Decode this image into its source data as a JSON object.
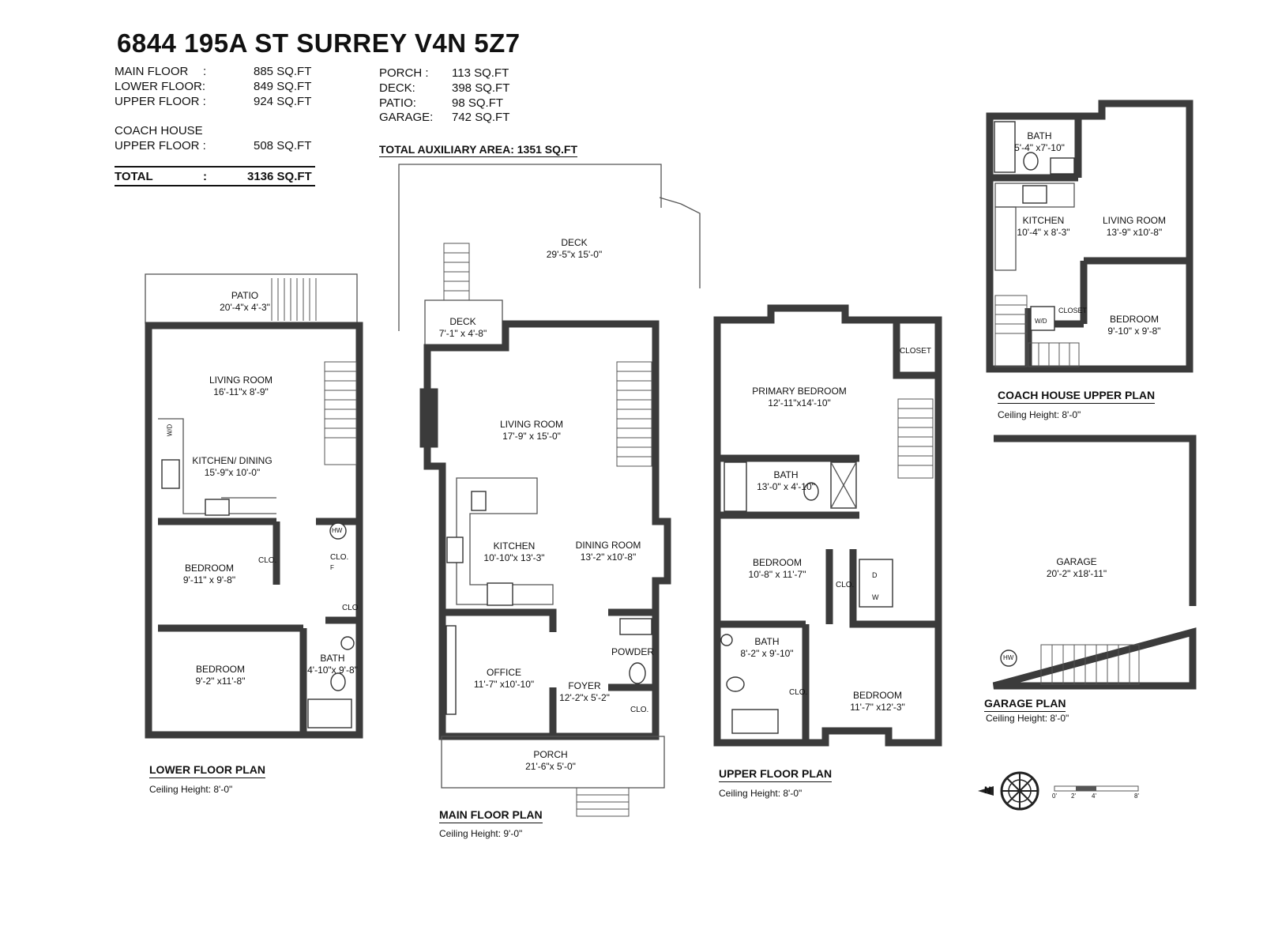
{
  "title": "6844 195A ST SURREY V4N 5Z7",
  "areas_left": [
    {
      "label": "MAIN FLOOR",
      "sep": ":",
      "value": "885 SQ.FT"
    },
    {
      "label": "LOWER FLOOR:",
      "sep": "",
      "value": "849 SQ.FT"
    },
    {
      "label": "UPPER FLOOR :",
      "sep": "",
      "value": "924 SQ.FT"
    }
  ],
  "coach_house": {
    "heading": "COACH HOUSE",
    "label": "UPPER FLOOR :",
    "value": "508 SQ.FT"
  },
  "total": {
    "label": "TOTAL",
    "sep": ":",
    "value": "3136 SQ.FT"
  },
  "areas_right": [
    {
      "label": "PORCH :",
      "value": "113 SQ.FT"
    },
    {
      "label": "DECK:",
      "value": "398 SQ.FT"
    },
    {
      "label": "PATIO:",
      "value": "98  SQ.FT"
    },
    {
      "label": "GARAGE:",
      "value": "742 SQ.FT"
    }
  ],
  "total_aux": "TOTAL AUXILIARY AREA: 1351 SQ.FT",
  "lower_floor": {
    "title": "LOWER FLOOR PLAN",
    "ceiling": "Ceiling Height: 8'-0\"",
    "rooms": [
      {
        "name": "PATIO",
        "dims": "20'-4\"x  4'-3\""
      },
      {
        "name": "LIVING ROOM",
        "dims": "16'-11\"x  8'-9\""
      },
      {
        "name": "KITCHEN/ DINING",
        "dims": "15'-9\"x 10'-0\""
      },
      {
        "name": "BEDROOM",
        "dims": "9'-11\" x 9'-8\""
      },
      {
        "name": "BEDROOM",
        "dims": "9'-2\"  x11'-8\""
      },
      {
        "name": "BATH",
        "dims": "4'-10\"x 9'-8\""
      }
    ],
    "labels": [
      "CLO.",
      "CLO.",
      "CLO",
      "W/D",
      "HW",
      "F"
    ]
  },
  "main_floor": {
    "title": "MAIN FLOOR PLAN",
    "ceiling": "Ceiling Height: 9'-0\"",
    "rooms": [
      {
        "name": "DECK",
        "dims": "29'-5\"x 15'-0\""
      },
      {
        "name": "DECK",
        "dims": "7'-1\"  x  4'-8\""
      },
      {
        "name": "LIVING ROOM",
        "dims": "17'-9\" x 15'-0\""
      },
      {
        "name": "KITCHEN",
        "dims": "10'-10\"x 13'-3\""
      },
      {
        "name": "DINING ROOM",
        "dims": "13'-2\" x10'-8\""
      },
      {
        "name": "OFFICE",
        "dims": "11'-7\"  x10'-10\""
      },
      {
        "name": "FOYER",
        "dims": "12'-2\"x  5'-2\""
      },
      {
        "name": "POWDER",
        "dims": ""
      },
      {
        "name": "PORCH",
        "dims": "21'-6\"x  5'-0\""
      }
    ],
    "labels": [
      "CLO."
    ]
  },
  "upper_floor": {
    "title": "UPPER FLOOR PLAN",
    "ceiling": "Ceiling Height: 8'-0\"",
    "rooms": [
      {
        "name": "PRIMARY BEDROOM",
        "dims": "12'-11\"x14'-10\""
      },
      {
        "name": "BATH",
        "dims": "13'-0\" x  4'-10\""
      },
      {
        "name": "BEDROOM",
        "dims": "10'-8\" x 11'-7\""
      },
      {
        "name": "BATH",
        "dims": "8'-2\" x 9'-10\""
      },
      {
        "name": "BEDROOM",
        "dims": "11'-7\"  x12'-3\""
      }
    ],
    "labels": [
      "CLOSET",
      "CLO.",
      "CLO.",
      "D",
      "W"
    ]
  },
  "coach_house_plan": {
    "title": "COACH HOUSE UPPER PLAN",
    "ceiling": "Ceiling Height: 8'-0\"",
    "rooms": [
      {
        "name": "BATH",
        "dims": "5'-4\"  x7'-10\""
      },
      {
        "name": "KITCHEN",
        "dims": "10'-4\" x  8'-3\""
      },
      {
        "name": "LIVING ROOM",
        "dims": "13'-9\" x10'-8\""
      },
      {
        "name": "BEDROOM",
        "dims": "9'-10\" x  9'-8\""
      }
    ],
    "labels": [
      "CLOSET",
      "W/D"
    ]
  },
  "garage_plan": {
    "title": "GARAGE PLAN",
    "ceiling": "Ceiling Height: 8'-0\"",
    "rooms": [
      {
        "name": "GARAGE",
        "dims": "20'-2\" x18'-11\""
      }
    ],
    "labels": [
      "HW"
    ]
  },
  "compass": {
    "north_label": "N"
  },
  "scale_bar": {
    "ticks": [
      "0'",
      "2'",
      "4'",
      "8'"
    ]
  }
}
